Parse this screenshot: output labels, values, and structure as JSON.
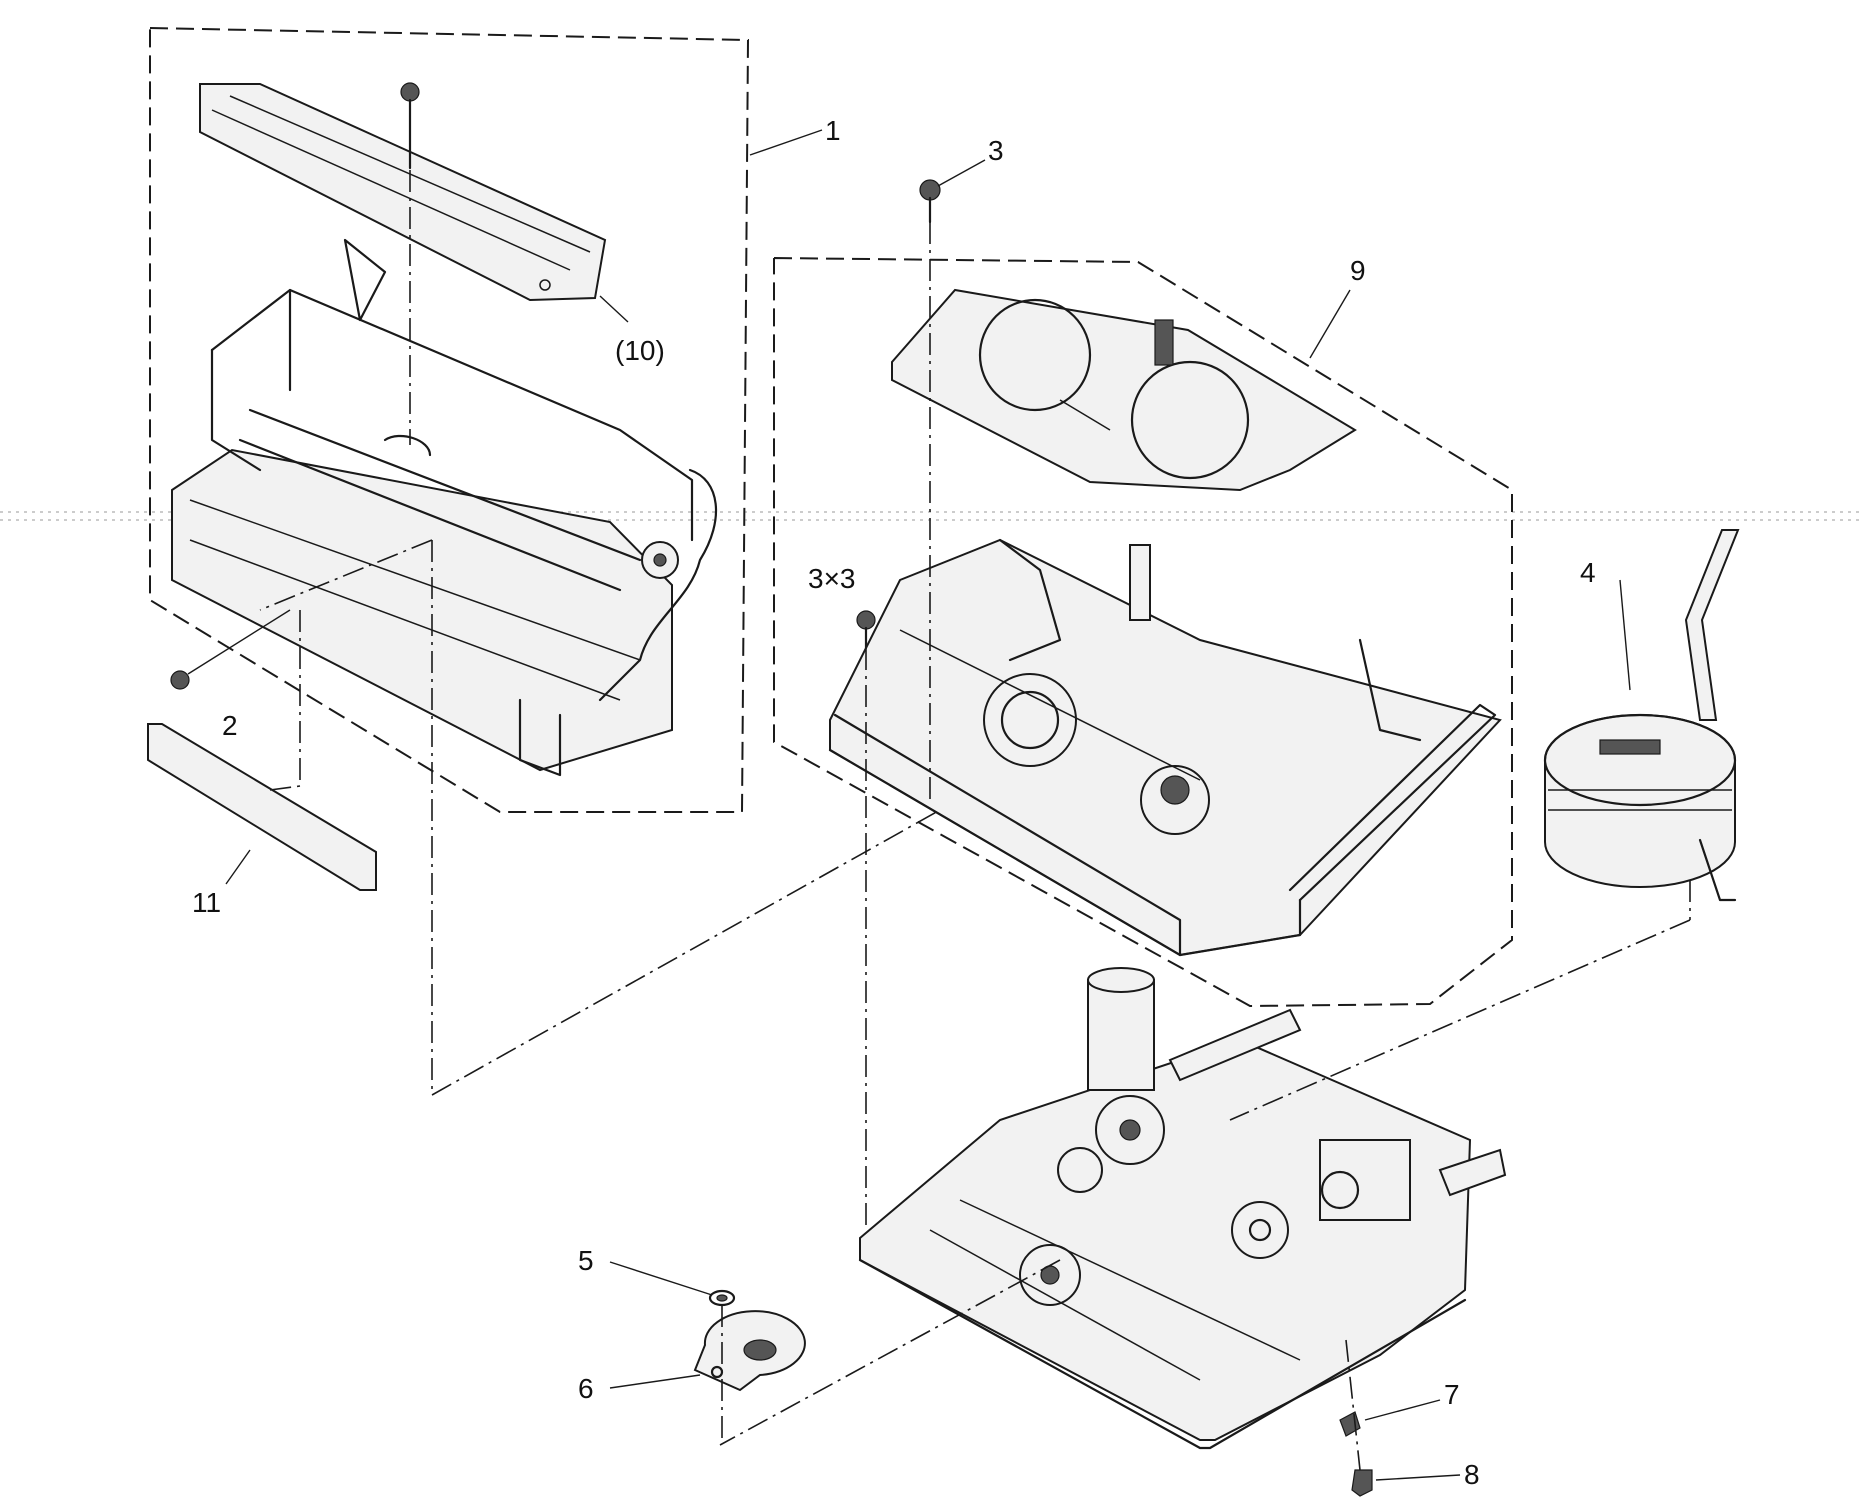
{
  "diagram": {
    "callouts": {
      "c1": "1",
      "c2": "2",
      "c3": "3",
      "c3x3": "3×3",
      "c4": "4",
      "c5": "5",
      "c6": "6",
      "c7": "7",
      "c8": "8",
      "c9": "9",
      "c10": "(10)",
      "c11": "11"
    }
  }
}
